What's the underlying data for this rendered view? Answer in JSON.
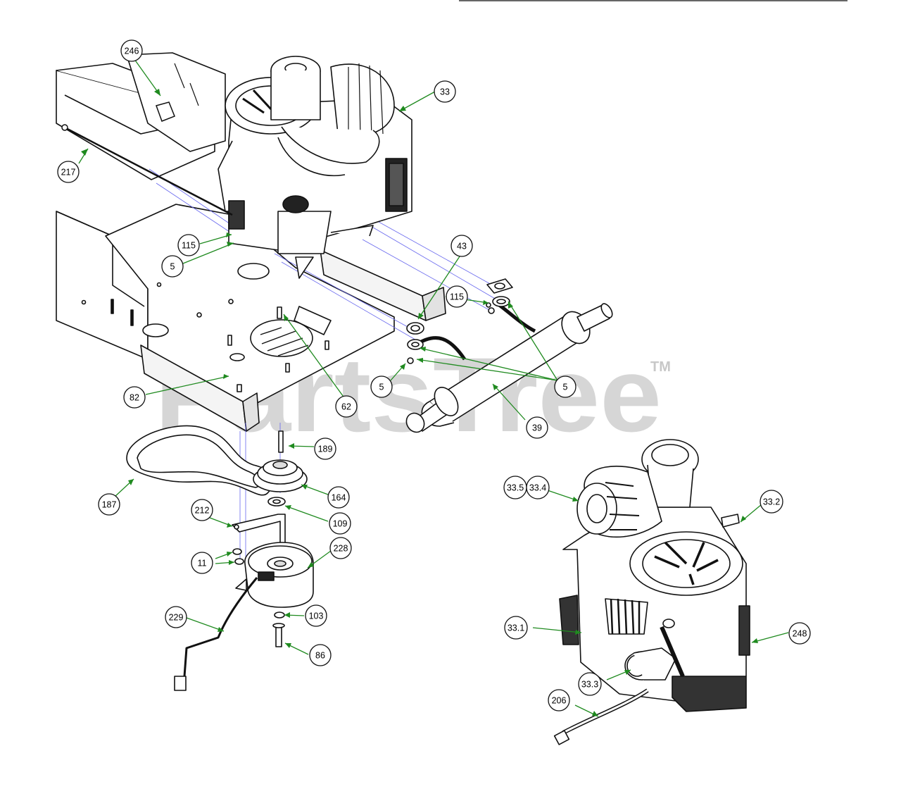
{
  "watermark": {
    "text": "PartsTree",
    "trademark": "TM"
  },
  "colors": {
    "leader": "#1f8a1f",
    "ink": "#111111",
    "bubble_fill": "#ffffff",
    "watermark": "#d6d6d6"
  },
  "callouts": [
    {
      "id": "c246",
      "label": "246"
    },
    {
      "id": "c33",
      "label": "33"
    },
    {
      "id": "c217",
      "label": "217"
    },
    {
      "id": "c115a",
      "label": "115"
    },
    {
      "id": "c5a",
      "label": "5"
    },
    {
      "id": "c43",
      "label": "43"
    },
    {
      "id": "c115b",
      "label": "115"
    },
    {
      "id": "c5b",
      "label": "5"
    },
    {
      "id": "c5c",
      "label": "5"
    },
    {
      "id": "c39",
      "label": "39"
    },
    {
      "id": "c82",
      "label": "82"
    },
    {
      "id": "c62",
      "label": "62"
    },
    {
      "id": "c189",
      "label": "189"
    },
    {
      "id": "c187",
      "label": "187"
    },
    {
      "id": "c164",
      "label": "164"
    },
    {
      "id": "c212",
      "label": "212"
    },
    {
      "id": "c109",
      "label": "109"
    },
    {
      "id": "c228",
      "label": "228"
    },
    {
      "id": "c11",
      "label": "11"
    },
    {
      "id": "c229",
      "label": "229"
    },
    {
      "id": "c103",
      "label": "103"
    },
    {
      "id": "c86",
      "label": "86"
    },
    {
      "id": "c335",
      "label": "33.5"
    },
    {
      "id": "c334",
      "label": "33.4"
    },
    {
      "id": "c332",
      "label": "33.2"
    },
    {
      "id": "c331",
      "label": "33.1"
    },
    {
      "id": "c248",
      "label": "248"
    },
    {
      "id": "c333",
      "label": "33.3"
    },
    {
      "id": "c206",
      "label": "206"
    }
  ]
}
